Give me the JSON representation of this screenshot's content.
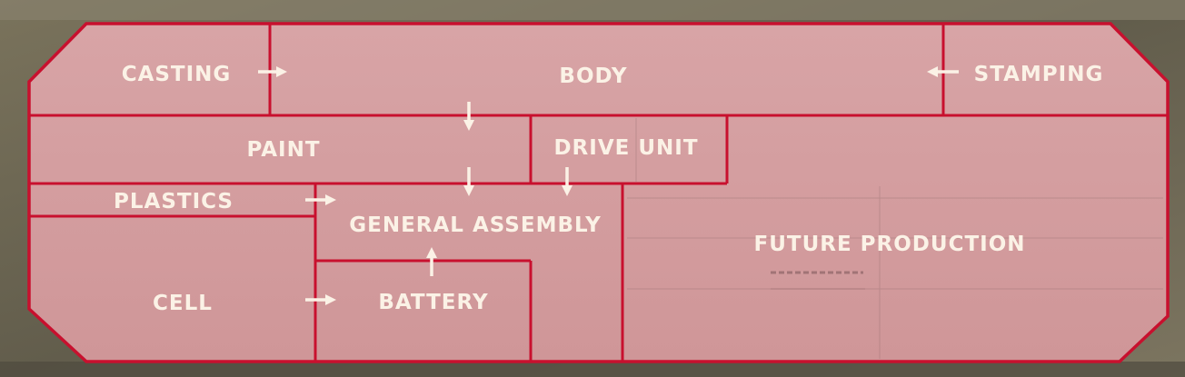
{
  "zones": {
    "casting": "CASTING",
    "body": "BODY",
    "stamping": "STAMPING",
    "paint": "PAINT",
    "drive_unit": "DRIVE UNIT",
    "plastics": "PLASTICS",
    "general_assembly": "GENERAL ASSEMBLY",
    "cell": "CELL",
    "battery": "BATTERY",
    "future_production": "FUTURE PRODUCTION"
  },
  "colors": {
    "boundary": "#c8102e",
    "fill": "#d49aa0",
    "label": "#fbf2e6"
  }
}
